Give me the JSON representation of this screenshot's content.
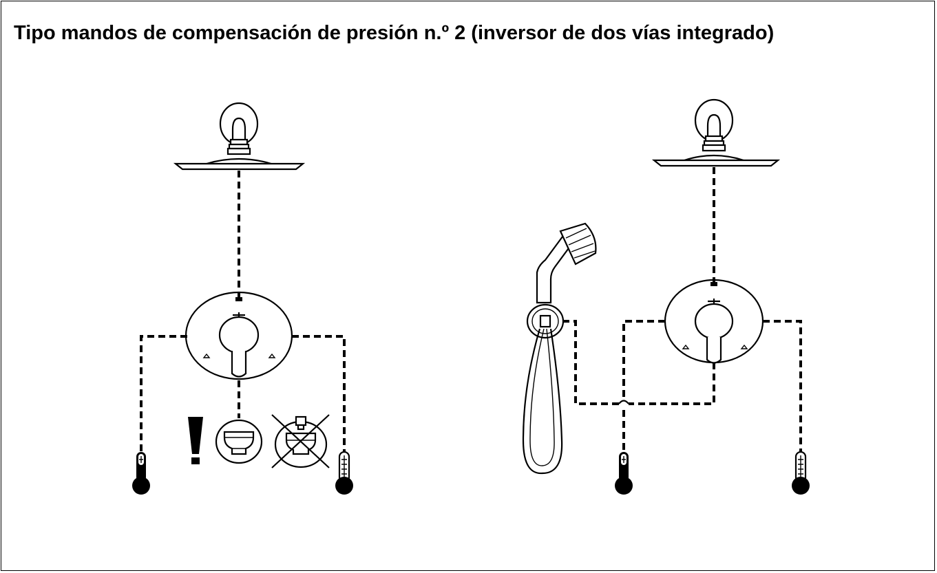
{
  "page": {
    "title": "Tipo mandos de compensación de presión n.º 2 (inversor de dos vías integrado)"
  },
  "diagrams": [
    {
      "name": "left-configuration",
      "components": [
        "shower-head",
        "pressure-balance-valve",
        "hot-water-supply",
        "cold-water-supply",
        "warning-mark",
        "correct-cartridge-orientation",
        "incorrect-cartridge-orientation"
      ]
    },
    {
      "name": "right-configuration",
      "components": [
        "shower-head",
        "hand-shower",
        "wall-outlet",
        "pressure-balance-valve",
        "hot-water-supply",
        "cold-water-supply"
      ]
    }
  ],
  "colors": {
    "line": "#000000",
    "background": "#ffffff"
  }
}
